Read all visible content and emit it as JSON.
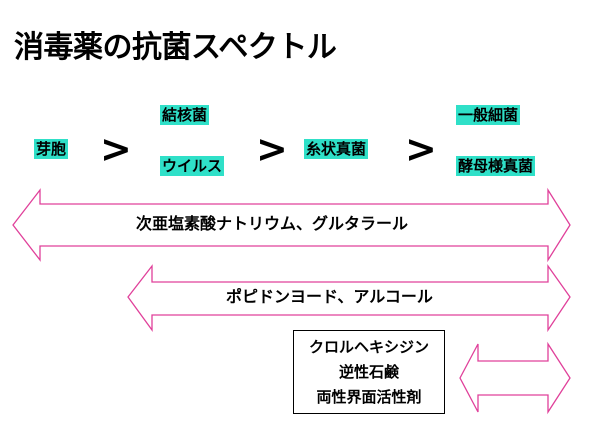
{
  "title": "消毒薬の抗菌スペクトル",
  "organisms": {
    "spore": "芽胞",
    "tuberculosis": "結核菌",
    "virus": "ウイルス",
    "filamentous_fungi": "糸状真菌",
    "general_bacteria": "一般細菌",
    "yeast_fungi": "酵母様真菌"
  },
  "separators": [
    ">",
    ">",
    ">"
  ],
  "disinfectants": {
    "wide": "次亜塩素酸ナトリウム、グルタラール",
    "medium": "ポピドンヨード、アルコール",
    "narrow": [
      "クロルヘキシジン",
      "逆性石鹸",
      "両性界面活性剤"
    ]
  },
  "colors": {
    "highlight": "#2fe0c8",
    "arrow_stroke": "#e0409a"
  }
}
